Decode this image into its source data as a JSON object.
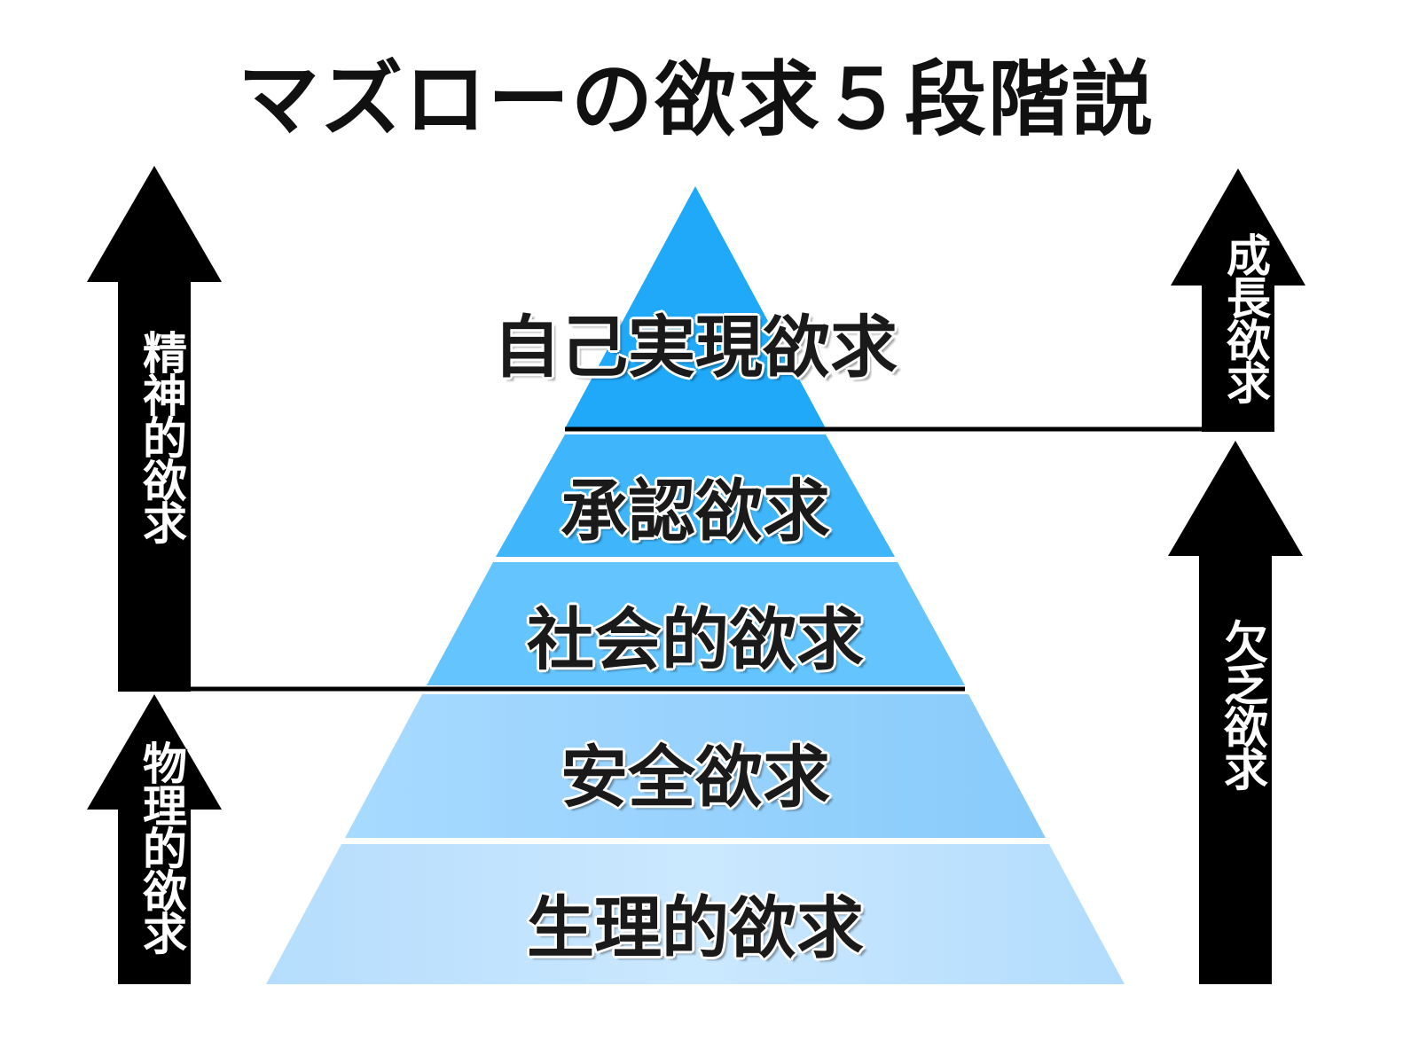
{
  "title": "マズローの欲求５段階説",
  "tiers": [
    {
      "label": "自己実現欲求",
      "color": "#1fa9f8"
    },
    {
      "label": "承認欲求",
      "color": "#3fb6fb"
    },
    {
      "label": "社会的欲求",
      "color": "#64c4fd"
    },
    {
      "label": "安全欲求",
      "color": "#95d2fc"
    },
    {
      "label": "生理的欲求",
      "color": "#c2e4fd"
    }
  ],
  "left_arrows": {
    "upper": "精神的欲求",
    "lower": "物理的欲求"
  },
  "right_arrows": {
    "upper": "成長欲求",
    "lower": "欠乏欲求"
  }
}
